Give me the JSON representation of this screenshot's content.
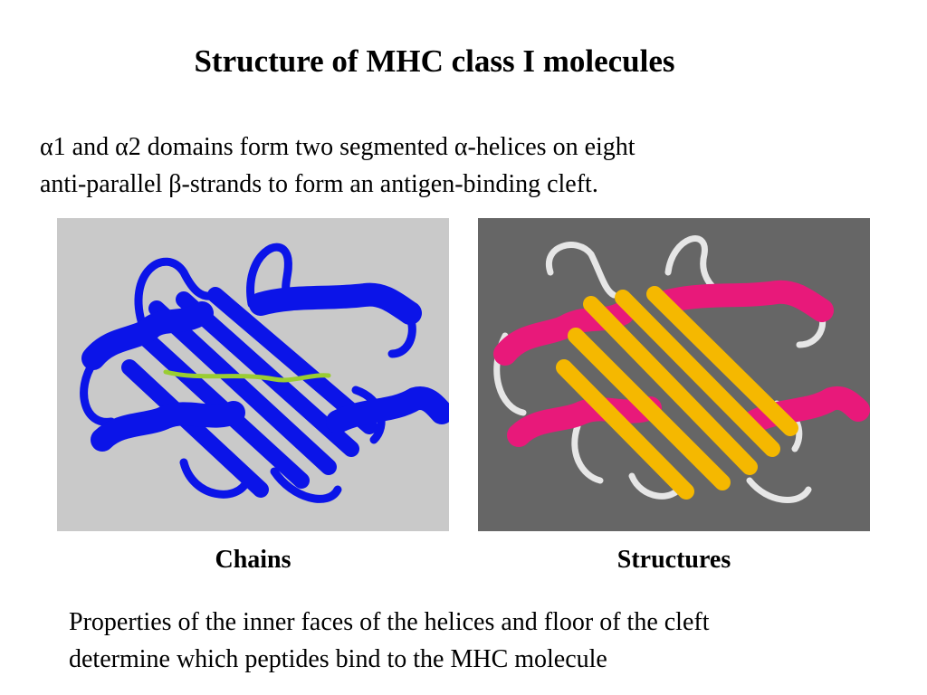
{
  "slide": {
    "title": "Structure of MHC class I molecules",
    "intro": {
      "line1": {
        "alpha_a": "α",
        "part_a": "1 and ",
        "alpha_b": "α",
        "part_b": "2 domains form two segmented ",
        "alpha_c": "α",
        "part_c": "-helices on eight"
      },
      "line2": {
        "part_a": "anti-parallel ",
        "beta": "β",
        "part_b": "-strands to form an antigen-binding cleft."
      }
    },
    "figures": [
      {
        "caption": "Chains"
      },
      {
        "caption": "Structures"
      }
    ],
    "outro": {
      "line1": "Properties of the inner faces of the helices and floor of the cleft",
      "line2": "determine which peptides bind to the MHC molecule"
    },
    "colors": {
      "chains_panel_bg": "#c9c9c9",
      "chains_ribbon": "#0b14e8",
      "peptide": "#9acd32",
      "structures_panel_bg": "#666666",
      "helix": "#e8197a",
      "strand": "#f5b800",
      "loop": "#e6e6e6"
    }
  }
}
